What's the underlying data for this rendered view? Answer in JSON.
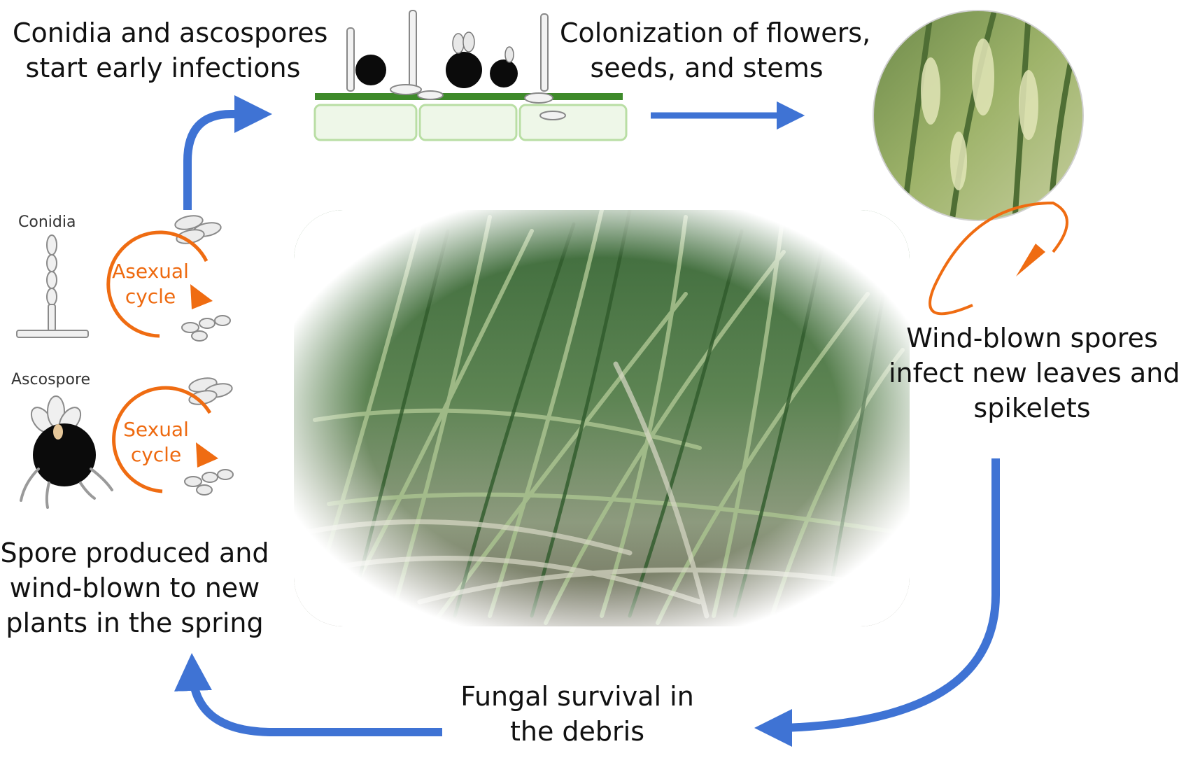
{
  "labels": {
    "start_infections": [
      "Conidia and ascospores",
      "start early infections"
    ],
    "colonization": [
      "Colonization of flowers,",
      "seeds, and stems"
    ],
    "wind_blown": [
      "Wind-blown spores",
      "infect new leaves and",
      "spikelets"
    ],
    "survival": [
      "Fungal survival in",
      "the debris"
    ],
    "spore_produced": [
      "Spore produced and",
      "wind-blown to new",
      "plants in the spring"
    ],
    "conidia": "Conidia",
    "ascospore": "Ascospore",
    "asexual_cycle": [
      "Asexual",
      "cycle"
    ],
    "sexual_cycle": [
      "Sexual",
      "cycle"
    ]
  },
  "colors": {
    "flow_arrow": "#3f73d4",
    "cycle_arrow": "#ef6c12",
    "leaf_green": "#3e8a2a",
    "cell_green": "#b9dea4",
    "ascocarp": "#0b0b0b"
  },
  "icons": {
    "field_photo": "wheat-field-photo",
    "spike_photo": "wheat-spike-photo",
    "infection_illustration": "leaf-infection-icon",
    "conidiophore": "conidiophore-icon",
    "ascocarp": "ascocarp-icon"
  }
}
